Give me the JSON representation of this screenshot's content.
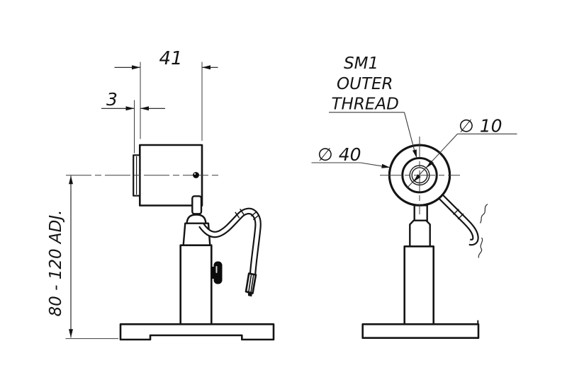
{
  "drawing": {
    "kind": "technical-drawing",
    "colors": {
      "ink": "#141414",
      "thin_line": "#3a3a3a",
      "background": "#ffffff"
    },
    "annotations": {
      "body_width": "41",
      "flange_thickness": "3",
      "post_height_range": "80 - 120 ADJ.",
      "thread_note_line1": "SM1",
      "thread_note_line2": "OUTER",
      "thread_note_line3": "THREAD",
      "outer_diameter": "∅ 40",
      "aperture_diameter": "∅ 10"
    }
  }
}
